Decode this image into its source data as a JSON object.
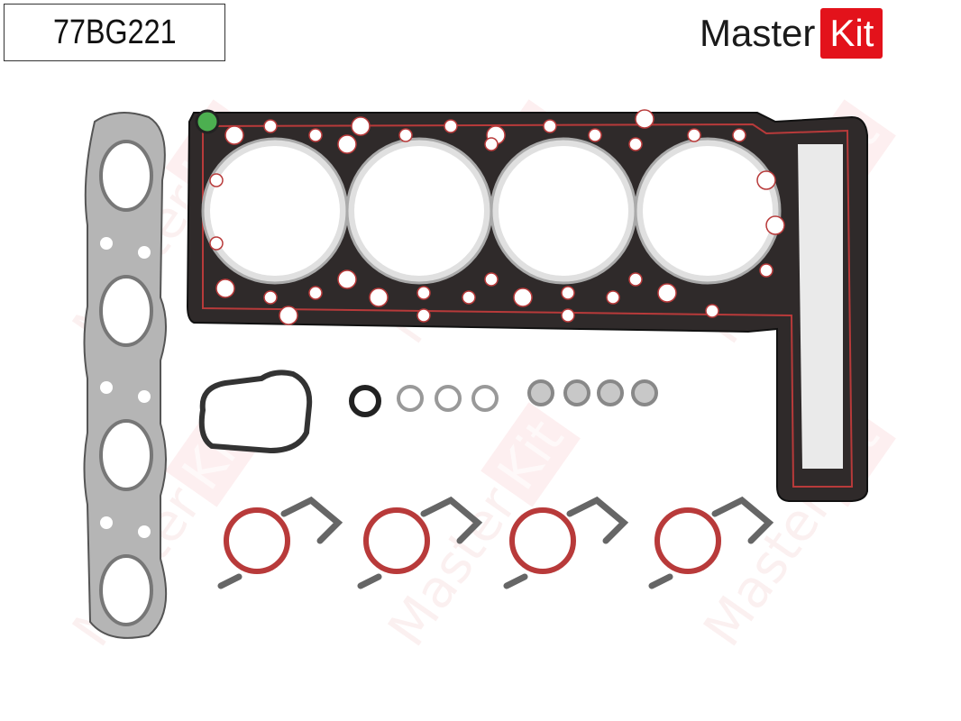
{
  "product": {
    "part_number": "77BG221"
  },
  "logo": {
    "word": "Master",
    "mark": "Kit",
    "mark_color": "#e3121b"
  },
  "watermark": {
    "text_1": "Master",
    "text_2": "Kit"
  },
  "colors": {
    "gasket_dark": "#2a2a2a",
    "gasket_grey": "#a9a9a9",
    "seal_red": "#b83a3a",
    "steel": "#d9d9d9"
  }
}
